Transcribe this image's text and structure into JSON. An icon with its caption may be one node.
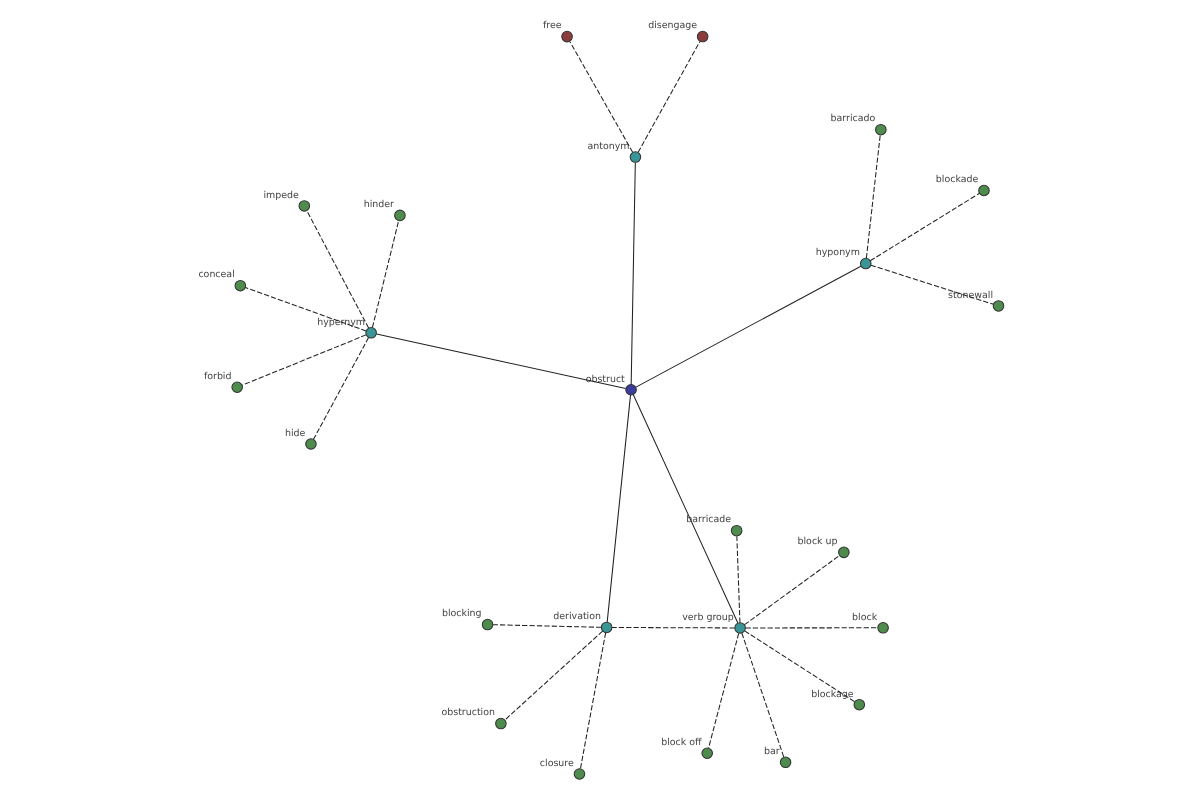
{
  "diagram": {
    "nodes": [
      {
        "text": [
          "obstruct"
        ]
      },
      {
        "text": [
          "verb group"
        ]
      },
      {
        "text": [
          "block off"
        ]
      },
      {
        "text": [
          "block"
        ]
      },
      {
        "text": [
          "blockage"
        ]
      },
      {
        "text": [
          "block up"
        ]
      },
      {
        "text": [
          "barricade"
        ]
      },
      {
        "text": [
          "bar"
        ]
      },
      {
        "text": [
          "derivation"
        ]
      },
      {
        "text": [
          "closure"
        ]
      },
      {
        "text": [
          "obstruction"
        ]
      },
      {
        "text": [
          "blocking"
        ]
      },
      {
        "text": [
          "hyponym"
        ]
      },
      {
        "text": [
          "blockade"
        ]
      },
      {
        "text": [
          "barricado"
        ]
      },
      {
        "text": [
          "stonewall"
        ]
      },
      {
        "text": [
          "hypernym"
        ]
      },
      {
        "text": [
          "conceal"
        ]
      },
      {
        "text": [
          "forbid"
        ]
      },
      {
        "text": [
          "impede"
        ]
      },
      {
        "text": [
          "hinder"
        ]
      },
      {
        "text": [
          "hide"
        ]
      },
      {
        "text": [
          "antonym"
        ]
      },
      {
        "text": [
          "disengage"
        ]
      },
      {
        "text": [
          "free"
        ]
      }
    ],
    "edges": [
      {
        "from": 0,
        "to": 1,
        "arrow": "none"
      },
      {
        "from": 0,
        "to": 8,
        "arrow": "none"
      },
      {
        "from": 0,
        "to": 12,
        "arrow": "none"
      },
      {
        "from": 0,
        "to": 16,
        "arrow": "none"
      },
      {
        "from": 0,
        "to": 22,
        "arrow": "none"
      },
      {
        "from": 1,
        "to": 2,
        "arrow": "none",
        "style": "dashed"
      },
      {
        "from": 1,
        "to": 3,
        "arrow": "none",
        "style": "dashed"
      },
      {
        "from": 1,
        "to": 4,
        "arrow": "none",
        "style": "dashed"
      },
      {
        "from": 1,
        "to": 5,
        "arrow": "none",
        "style": "dashed"
      },
      {
        "from": 1,
        "to": 6,
        "arrow": "none",
        "style": "dashed"
      },
      {
        "from": 1,
        "to": 7,
        "arrow": "none",
        "style": "dashed"
      },
      {
        "from": 1,
        "to": 8,
        "arrow": "none",
        "style": "dashed"
      },
      {
        "from": 8,
        "to": 9,
        "arrow": "none",
        "style": "dashed"
      },
      {
        "from": 8,
        "to": 10,
        "arrow": "none",
        "style": "dashed"
      },
      {
        "from": 8,
        "to": 11,
        "arrow": "none",
        "style": "dashed"
      },
      {
        "from": 12,
        "to": 13,
        "arrow": "none",
        "style": "dashed"
      },
      {
        "from": 12,
        "to": 14,
        "arrow": "none",
        "style": "dashed"
      },
      {
        "from": 12,
        "to": 15,
        "arrow": "none",
        "style": "dashed"
      },
      {
        "from": 16,
        "to": 17,
        "arrow": "none",
        "style": "dashed"
      },
      {
        "from": 16,
        "to": 18,
        "arrow": "none",
        "style": "dashed"
      },
      {
        "from": 16,
        "to": 19,
        "arrow": "none",
        "style": "dashed"
      },
      {
        "from": 16,
        "to": 20,
        "arrow": "none",
        "style": "dashed"
      },
      {
        "from": 16,
        "to": 21,
        "arrow": "none",
        "style": "dashed"
      },
      {
        "from": 22,
        "to": 23,
        "arrow": "none",
        "style": "dashed"
      },
      {
        "from": 22,
        "to": 24,
        "arrow": "none",
        "style": "dashed"
      }
    ]
  }
}
